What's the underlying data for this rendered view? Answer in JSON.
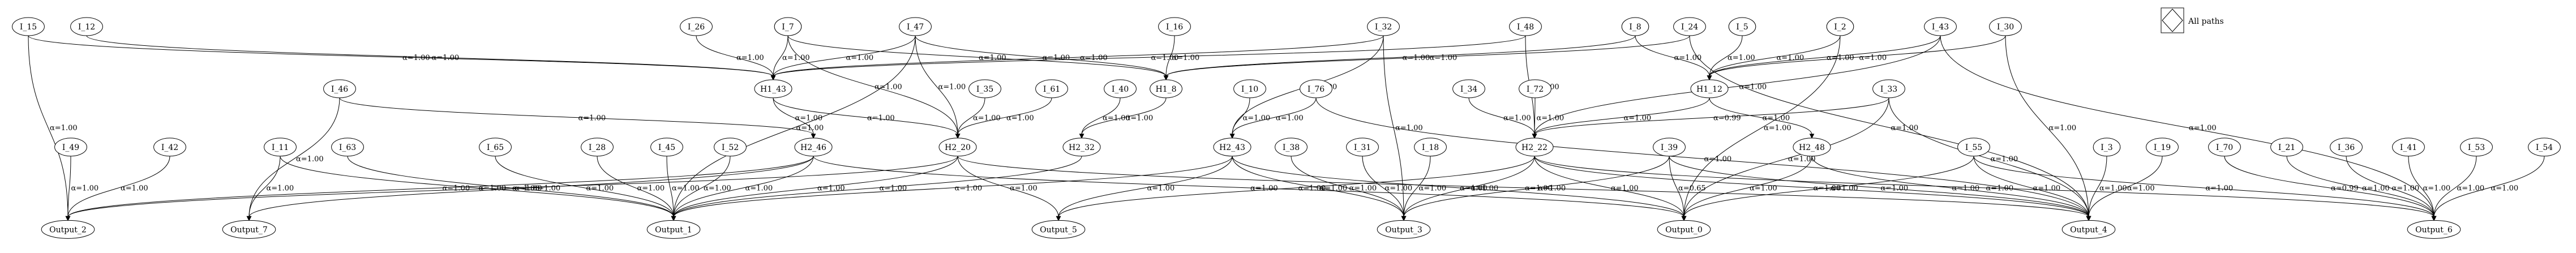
{
  "legend": {
    "label": "All paths"
  },
  "nodes": [
    {
      "id": "I_15",
      "label": "I_15"
    },
    {
      "id": "I_12",
      "label": "I_12"
    },
    {
      "id": "I_26",
      "label": "I_26"
    },
    {
      "id": "I_7",
      "label": "I_7"
    },
    {
      "id": "I_47",
      "label": "I_47"
    },
    {
      "id": "I_16",
      "label": "I_16"
    },
    {
      "id": "I_32",
      "label": "I_32"
    },
    {
      "id": "I_48",
      "label": "I_48"
    },
    {
      "id": "I_8",
      "label": "I_8"
    },
    {
      "id": "I_24",
      "label": "I_24"
    },
    {
      "id": "I_5",
      "label": "I_5"
    },
    {
      "id": "I_2",
      "label": "I_2"
    },
    {
      "id": "I_43",
      "label": "I_43"
    },
    {
      "id": "I_30",
      "label": "I_30"
    },
    {
      "id": "H1_43",
      "label": "H1_43"
    },
    {
      "id": "H1_8",
      "label": "H1_8"
    },
    {
      "id": "H1_12",
      "label": "H1_12"
    },
    {
      "id": "I_46",
      "label": "I_46"
    },
    {
      "id": "I_35",
      "label": "I_35"
    },
    {
      "id": "I_61",
      "label": "I_61"
    },
    {
      "id": "I_40",
      "label": "I_40"
    },
    {
      "id": "I_10",
      "label": "I_10"
    },
    {
      "id": "I_76",
      "label": "I_76"
    },
    {
      "id": "I_34",
      "label": "I_34"
    },
    {
      "id": "I_72",
      "label": "I_72"
    },
    {
      "id": "I_33",
      "label": "I_33"
    },
    {
      "id": "I_49",
      "label": "I_49"
    },
    {
      "id": "I_42",
      "label": "I_42"
    },
    {
      "id": "I_11",
      "label": "I_11"
    },
    {
      "id": "I_63",
      "label": "I_63"
    },
    {
      "id": "I_65",
      "label": "I_65"
    },
    {
      "id": "I_28",
      "label": "I_28"
    },
    {
      "id": "I_45",
      "label": "I_45"
    },
    {
      "id": "I_52",
      "label": "I_52"
    },
    {
      "id": "H2_46",
      "label": "H2_46"
    },
    {
      "id": "H2_20",
      "label": "H2_20"
    },
    {
      "id": "H2_32",
      "label": "H2_32"
    },
    {
      "id": "H2_43",
      "label": "H2_43"
    },
    {
      "id": "I_38",
      "label": "I_38"
    },
    {
      "id": "I_31",
      "label": "I_31"
    },
    {
      "id": "I_18",
      "label": "I_18"
    },
    {
      "id": "H2_22",
      "label": "H2_22"
    },
    {
      "id": "I_39",
      "label": "I_39"
    },
    {
      "id": "H2_48",
      "label": "H2_48"
    },
    {
      "id": "I_55",
      "label": "I_55"
    },
    {
      "id": "I_3",
      "label": "I_3"
    },
    {
      "id": "I_19",
      "label": "I_19"
    },
    {
      "id": "I_70",
      "label": "I_70"
    },
    {
      "id": "I_21",
      "label": "I_21"
    },
    {
      "id": "I_36",
      "label": "I_36"
    },
    {
      "id": "I_41",
      "label": "I_41"
    },
    {
      "id": "I_53",
      "label": "I_53"
    },
    {
      "id": "I_54",
      "label": "I_54"
    },
    {
      "id": "Output_2",
      "label": "Output_2"
    },
    {
      "id": "Output_7",
      "label": "Output_7"
    },
    {
      "id": "Output_1",
      "label": "Output_1"
    },
    {
      "id": "Output_5",
      "label": "Output_5"
    },
    {
      "id": "Output_3",
      "label": "Output_3"
    },
    {
      "id": "Output_0",
      "label": "Output_0"
    },
    {
      "id": "Output_4",
      "label": "Output_4"
    },
    {
      "id": "Output_6",
      "label": "Output_6"
    }
  ],
  "edges": [
    {
      "from": "I_15",
      "to": "H1_43",
      "label": "α=1.00"
    },
    {
      "from": "I_15",
      "to": "Output_2",
      "label": "α=1.00"
    },
    {
      "from": "I_12",
      "to": "H1_43",
      "label": "α=1.00"
    },
    {
      "from": "I_26",
      "to": "H1_43",
      "label": "α=1.00"
    },
    {
      "from": "I_7",
      "to": "H1_43",
      "label": "α=1.00"
    },
    {
      "from": "I_7",
      "to": "H2_20",
      "label": "α=1.00"
    },
    {
      "from": "I_7",
      "to": "H1_8",
      "label": "α=1.00"
    },
    {
      "from": "I_47",
      "to": "H1_43",
      "label": "α=1.00"
    },
    {
      "from": "I_47",
      "to": "H2_20",
      "label": "α=1.00"
    },
    {
      "from": "I_47",
      "to": "Output_1",
      "label": "α=1.00"
    },
    {
      "from": "I_47",
      "to": "H1_8",
      "label": "α=1.00"
    },
    {
      "from": "I_16",
      "to": "H1_8",
      "label": "α=1.00"
    },
    {
      "from": "I_32",
      "to": "H1_43",
      "label": "α=1.00"
    },
    {
      "from": "I_32",
      "to": "H2_43",
      "label": "α=1.00"
    },
    {
      "from": "I_32",
      "to": "Output_3",
      "label": "α=1.00"
    },
    {
      "from": "I_48",
      "to": "H1_43",
      "label": "α=1.00"
    },
    {
      "from": "I_48",
      "to": "H2_22",
      "label": "α=1.00"
    },
    {
      "from": "I_8",
      "to": "H1_8",
      "label": "α=1.00"
    },
    {
      "from": "I_8",
      "to": "H1_12",
      "label": "α=1.00"
    },
    {
      "from": "I_24",
      "to": "H1_8",
      "label": "α=1.00"
    },
    {
      "from": "I_24",
      "to": "Output_4",
      "label": "α=1.00"
    },
    {
      "from": "I_5",
      "to": "H1_12",
      "label": "α=1.00"
    },
    {
      "from": "I_2",
      "to": "H1_12",
      "label": "α=1.00"
    },
    {
      "from": "I_2",
      "to": "Output_0",
      "label": "α=1.00"
    },
    {
      "from": "I_43",
      "to": "H1_12",
      "label": "α=1.00"
    },
    {
      "from": "I_43",
      "to": "H2_22",
      "label": "α=1.00"
    },
    {
      "from": "I_43",
      "to": "Output_6",
      "label": "α=1.00"
    },
    {
      "from": "I_30",
      "to": "H1_12",
      "label": "α=1.00"
    },
    {
      "from": "I_30",
      "to": "Output_4",
      "label": "α=1.00"
    },
    {
      "from": "H1_43",
      "to": "H2_46",
      "label": "α=1.00"
    },
    {
      "from": "H1_43",
      "to": "H2_20",
      "label": "α=1.00"
    },
    {
      "from": "H1_8",
      "to": "H2_32",
      "label": "α=1.00"
    },
    {
      "from": "H1_12",
      "to": "H2_22",
      "label": "α=1.00"
    },
    {
      "from": "H1_12",
      "to": "H2_48",
      "label": "α=1.00"
    },
    {
      "from": "I_46",
      "to": "H2_46",
      "label": "α=1.00"
    },
    {
      "from": "I_46",
      "to": "Output_7",
      "label": "α=1.00"
    },
    {
      "from": "I_35",
      "to": "H2_20",
      "label": "α=1.00"
    },
    {
      "from": "I_61",
      "to": "H2_20",
      "label": "α=1.00"
    },
    {
      "from": "I_40",
      "to": "H2_32",
      "label": "α=1.00"
    },
    {
      "from": "I_10",
      "to": "H2_43",
      "label": "α=1.00"
    },
    {
      "from": "I_76",
      "to": "H2_43",
      "label": "α=1.00"
    },
    {
      "from": "I_76",
      "to": "Output_4",
      "label": "α=1.00"
    },
    {
      "from": "I_34",
      "to": "H2_22",
      "label": "α=1.00"
    },
    {
      "from": "I_72",
      "to": "H2_22",
      "label": "α=1.00"
    },
    {
      "from": "I_33",
      "to": "H2_22",
      "label": "α=0.99"
    },
    {
      "from": "I_33",
      "to": "Output_0",
      "label": "α=1.00"
    },
    {
      "from": "I_33",
      "to": "Output_4",
      "label": "α=1.00"
    },
    {
      "from": "I_49",
      "to": "Output_2",
      "label": "α=1.00"
    },
    {
      "from": "I_42",
      "to": "Output_2",
      "label": "α=1.00"
    },
    {
      "from": "I_11",
      "to": "Output_7",
      "label": "α=1.00"
    },
    {
      "from": "I_11",
      "to": "Output_1",
      "label": "α=1.00"
    },
    {
      "from": "I_63",
      "to": "Output_1",
      "label": "α=1.00"
    },
    {
      "from": "I_65",
      "to": "Output_1",
      "label": "α=1.00"
    },
    {
      "from": "I_28",
      "to": "Output_1",
      "label": "α=1.00"
    },
    {
      "from": "I_45",
      "to": "Output_1",
      "label": "α=1.00"
    },
    {
      "from": "I_52",
      "to": "Output_1",
      "label": "α=1.00"
    },
    {
      "from": "H2_46",
      "to": "Output_2",
      "label": "α=1.00"
    },
    {
      "from": "H2_46",
      "to": "Output_7",
      "label": "α=1.00"
    },
    {
      "from": "H2_46",
      "to": "Output_1",
      "label": "α=1.00"
    },
    {
      "from": "H2_46",
      "to": "Output_0",
      "label": "α=1.00"
    },
    {
      "from": "H2_20",
      "to": "Output_2",
      "label": "α=1.00"
    },
    {
      "from": "H2_20",
      "to": "Output_1",
      "label": "α=1.00"
    },
    {
      "from": "H2_20",
      "to": "Output_5",
      "label": "α=1.00"
    },
    {
      "from": "H2_20",
      "to": "Output_4",
      "label": "α=1.00"
    },
    {
      "from": "H2_32",
      "to": "Output_1",
      "label": "α=1.00"
    },
    {
      "from": "H2_43",
      "to": "Output_1",
      "label": "α=1.00"
    },
    {
      "from": "H2_43",
      "to": "Output_5",
      "label": "α=1.00"
    },
    {
      "from": "H2_43",
      "to": "Output_3",
      "label": "α=1.00"
    },
    {
      "from": "H2_43",
      "to": "Output_0",
      "label": "α=1.00"
    },
    {
      "from": "I_38",
      "to": "Output_3",
      "label": "α=1.00"
    },
    {
      "from": "I_31",
      "to": "Output_3",
      "label": "α=1.00"
    },
    {
      "from": "I_18",
      "to": "Output_3",
      "label": "α=1.00"
    },
    {
      "from": "H2_22",
      "to": "Output_5",
      "label": "α=1.00"
    },
    {
      "from": "H2_22",
      "to": "Output_3",
      "label": "α=1.00"
    },
    {
      "from": "H2_22",
      "to": "Output_0",
      "label": "α=1.00"
    },
    {
      "from": "H2_22",
      "to": "Output_4",
      "label": "α=1.00"
    },
    {
      "from": "H2_22",
      "to": "Output_6",
      "label": "α=1.00"
    },
    {
      "from": "I_39",
      "to": "Output_3",
      "label": "α=1.00"
    },
    {
      "from": "I_39",
      "to": "Output_0",
      "label": "α=0.65"
    },
    {
      "from": "I_39",
      "to": "Output_4",
      "label": "α=1.00"
    },
    {
      "from": "H2_48",
      "to": "Output_0",
      "label": "α=1.00"
    },
    {
      "from": "H2_48",
      "to": "Output_4",
      "label": "α=1.00"
    },
    {
      "from": "I_55",
      "to": "Output_0",
      "label": "α=1.00"
    },
    {
      "from": "I_55",
      "to": "Output_4",
      "label": "α=1.00"
    },
    {
      "from": "I_55",
      "to": "Output_6",
      "label": "α=1.00"
    },
    {
      "from": "I_3",
      "to": "Output_4",
      "label": "α=1.00"
    },
    {
      "from": "I_19",
      "to": "Output_4",
      "label": "α=1.00"
    },
    {
      "from": "I_70",
      "to": "Output_6",
      "label": "α=0.99"
    },
    {
      "from": "I_21",
      "to": "Output_6",
      "label": "α=1.00"
    },
    {
      "from": "I_36",
      "to": "Output_6",
      "label": "α=1.00"
    },
    {
      "from": "I_41",
      "to": "Output_6",
      "label": "α=1.00"
    },
    {
      "from": "I_53",
      "to": "Output_6",
      "label": "α=1.00"
    },
    {
      "from": "I_54",
      "to": "Output_6",
      "label": "α=1.00"
    }
  ]
}
